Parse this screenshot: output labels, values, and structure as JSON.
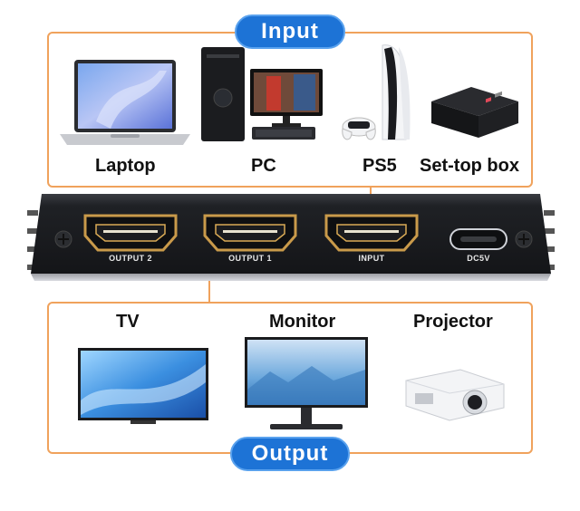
{
  "header": {
    "input_label": "Input",
    "output_label": "Output"
  },
  "sources": [
    {
      "label": "Laptop"
    },
    {
      "label": "PC"
    },
    {
      "label": "PS5"
    },
    {
      "label": "Set-top box"
    }
  ],
  "displays": [
    {
      "label": "TV"
    },
    {
      "label": "Monitor"
    },
    {
      "label": "Projector"
    }
  ],
  "device": {
    "ports": [
      {
        "label": "OUTPUT 2"
      },
      {
        "label": "OUTPUT 1"
      },
      {
        "label": "INPUT"
      },
      {
        "label": "DC5V"
      }
    ]
  },
  "colors": {
    "accent_orange": "#f0a25c",
    "pill_blue": "#1d73d6",
    "device_body": "#1f2125",
    "port_gold": "#c99a4a"
  }
}
